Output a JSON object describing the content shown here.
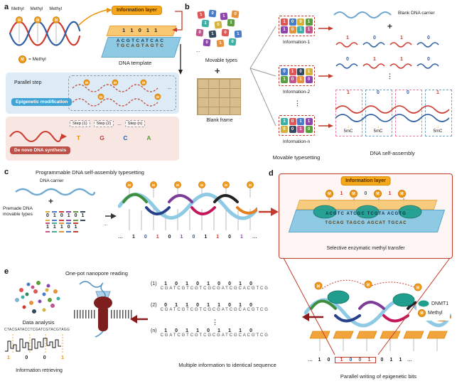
{
  "m": "M",
  "panel_labels": {
    "a": "a",
    "b": "b",
    "c": "c",
    "d": "d",
    "e": "e"
  },
  "a": {
    "methyl_1": "Methyl",
    "methyl_2": "Methyl",
    "methyl_3": "Methyl",
    "legend": "= Methyl",
    "info_layer": "Information layer",
    "bits": "1 1 0 1 1",
    "seq_top": "ACGTCATCAC",
    "seq_bottom": "TGCAGTAGTC",
    "dna_template": "DNA template",
    "parallel_step": "Parallel step",
    "ellipsis": "...",
    "epigenetic": "Epigenetic modification",
    "denovo": "De novo DNA synthesis",
    "step_1": "Step (1)",
    "step_2": "Step (2)",
    "step_dots": "...",
    "step_n": "Step (n)",
    "bases": [
      {
        "d": "T",
        "c": "#E8940A"
      },
      {
        "d": "G",
        "c": "#CE3A2E"
      },
      {
        "d": "C",
        "c": "#2E5FA3"
      },
      {
        "d": "A",
        "c": "#5B9E3D"
      }
    ]
  },
  "b": {
    "movable_types_label": "Movable types",
    "ellipsis": "...",
    "plus1": "+",
    "plus2": "+",
    "blank_frame_label": "Blank frame",
    "scatter": [
      {
        "d": "1",
        "c": "#E05656",
        "x": 6,
        "y": 2,
        "r": -8
      },
      {
        "d": "0",
        "c": "#4A7BC8",
        "x": 22,
        "y": 0,
        "r": 6
      },
      {
        "d": "1",
        "c": "#8E44AD",
        "x": 38,
        "y": 4,
        "r": -5
      },
      {
        "d": "0",
        "c": "#E8913C",
        "x": 54,
        "y": 1,
        "r": 8
      },
      {
        "d": "1",
        "c": "#3FB0A5",
        "x": 12,
        "y": 14,
        "r": 5
      },
      {
        "d": "0",
        "c": "#D4B23C",
        "x": 30,
        "y": 16,
        "r": -7
      },
      {
        "d": "1",
        "c": "#5B9E3D",
        "x": 48,
        "y": 13,
        "r": 4
      },
      {
        "d": "0",
        "c": "#C2568C",
        "x": 4,
        "y": 27,
        "r": 7
      },
      {
        "d": "1",
        "c": "#34495E",
        "x": 22,
        "y": 29,
        "r": -6
      },
      {
        "d": "0",
        "c": "#E05656",
        "x": 40,
        "y": 27,
        "r": 5
      },
      {
        "d": "1",
        "c": "#4A7BC8",
        "x": 58,
        "y": 29,
        "r": -4
      },
      {
        "d": "0",
        "c": "#8E44AD",
        "x": 14,
        "y": 41,
        "r": 6
      },
      {
        "d": "1",
        "c": "#E8913C",
        "x": 33,
        "y": 42,
        "r": -6
      },
      {
        "d": "0",
        "c": "#3FB0A5",
        "x": 50,
        "y": 40,
        "r": 5
      }
    ],
    "info1_label": "Information-1",
    "info2_label": "Information-2",
    "infon_label": "Information-n",
    "info1": [
      [
        {
          "d": "1",
          "c": "#E05656"
        },
        {
          "d": "0",
          "c": "#4A7BC8"
        },
        {
          "d": "0",
          "c": "#D4B23C"
        },
        {
          "d": "1",
          "c": "#5B9E3D"
        }
      ],
      [
        {
          "d": "1",
          "c": "#8E44AD"
        },
        {
          "d": "0",
          "c": "#E8913C"
        },
        {
          "d": "1",
          "c": "#3FB0A5"
        },
        {
          "d": "1",
          "c": "#C2568C"
        }
      ]
    ],
    "info2": [
      [
        {
          "d": "0",
          "c": "#4A7BC8"
        },
        {
          "d": "1",
          "c": "#E05656"
        },
        {
          "d": "0",
          "c": "#34495E"
        },
        {
          "d": "1",
          "c": "#D4B23C"
        }
      ],
      [
        {
          "d": "1",
          "c": "#5B9E3D"
        },
        {
          "d": "0",
          "c": "#C2568C"
        },
        {
          "d": "1",
          "c": "#E8913C"
        },
        {
          "d": "0",
          "c": "#8E44AD"
        }
      ]
    ],
    "infon": [
      [
        {
          "d": "1",
          "c": "#3FB0A5"
        },
        {
          "d": "0",
          "c": "#E05656"
        },
        {
          "d": "1",
          "c": "#4A7BC8"
        },
        {
          "d": "1",
          "c": "#8E44AD"
        }
      ],
      [
        {
          "d": "0",
          "c": "#D4B23C"
        },
        {
          "d": "0",
          "c": "#34495E"
        },
        {
          "d": "1",
          "c": "#C2568C"
        },
        {
          "d": "0",
          "c": "#5B9E3D"
        }
      ]
    ],
    "vdots1": "⋮",
    "vdots2": "⋮",
    "blank_carrier_label": "Blank DNA carrier",
    "wave_row1": [
      {
        "d": "1",
        "c": "#CE3A2E"
      },
      {
        "d": "0",
        "c": "#2E5FA3"
      },
      {
        "d": "1",
        "c": "#CE3A2E"
      },
      {
        "d": "0",
        "c": "#2E5FA3"
      }
    ],
    "wave_row2": [
      {
        "d": "0",
        "c": "#2E5FA3"
      },
      {
        "d": "1",
        "c": "#CE3A2E"
      },
      {
        "d": "1",
        "c": "#CE3A2E"
      },
      {
        "d": "0",
        "c": "#2E5FA3"
      }
    ],
    "assembly_bits": [
      {
        "d": "1",
        "c": "#CE3A2E"
      },
      {
        "d": "0",
        "c": "#2E5FA3"
      },
      {
        "d": "0",
        "c": "#2E5FA3"
      },
      {
        "d": "1",
        "c": "#CE3A2E"
      }
    ],
    "arrow_down": "↓",
    "fivemc_1": "5mC",
    "fivemc_2": "5mC",
    "fivemc_3": "5mC",
    "self_assembly_label": "DNA self-assembly",
    "movable_typesetting_label": "Movable typesetting"
  },
  "c": {
    "title": "Programmable DNA self-assembly typesetting",
    "dna_carrier": "DNA carrier",
    "plus": "+",
    "premade": "Premade DNA movable types",
    "type_row1": [
      {
        "d": "0",
        "c": "#D4B23C"
      },
      {
        "d": "1",
        "c": "#4A7BC8"
      },
      {
        "d": "0",
        "c": "#CE3A2E"
      },
      {
        "d": "1",
        "c": "#8E44AD"
      },
      {
        "d": "0",
        "c": "#5B9E3D"
      },
      {
        "d": "1",
        "c": "#34495E"
      }
    ],
    "type_row2": [
      {
        "d": "1",
        "c": "#C2568C"
      },
      {
        "d": "1",
        "c": "#3FB0A5"
      },
      {
        "d": "1",
        "c": "#E8913C"
      },
      {
        "d": "0",
        "c": "#4A7BC8"
      },
      {
        "d": "1",
        "c": "#CE3A2E"
      }
    ],
    "row_dots": "...",
    "assembled_bits": [
      {
        "d": "…",
        "c": "#555555"
      },
      {
        "d": "1",
        "c": "#222222"
      },
      {
        "d": "0",
        "c": "#2E5FA3"
      },
      {
        "d": "1",
        "c": "#CE3A2E"
      },
      {
        "d": "0",
        "c": "#222222"
      },
      {
        "d": "1",
        "c": "#8E44AD"
      },
      {
        "d": "0",
        "c": "#2E5FA3"
      },
      {
        "d": "1",
        "c": "#222222"
      },
      {
        "d": "1",
        "c": "#CE3A2E"
      },
      {
        "d": "0",
        "c": "#222222"
      },
      {
        "d": "1",
        "c": "#8E44AD"
      },
      {
        "d": "…",
        "c": "#555555"
      }
    ]
  },
  "d": {
    "info_layer": "Information layer",
    "mrow": [
      {
        "d": "M",
        "m": true
      },
      {
        "d": "1",
        "c": "#CE3A2E"
      },
      {
        "d": "M",
        "m": true
      },
      {
        "d": "0",
        "c": "#2E5FA3"
      },
      {
        "d": "M",
        "m": true
      },
      {
        "d": "1",
        "c": "#CE3A2E"
      },
      {
        "d": "M",
        "m": true
      }
    ],
    "seq_top": "ACGTC ATCGC TCGTA ACGTG",
    "seq_bottom": "TGCAG TAGCG AGCAT TGCAC",
    "caption": "Selective enzymatic methyl transfer",
    "bits_left": [
      {
        "d": "…",
        "c": "#555555"
      },
      {
        "d": "1",
        "c": "#222222"
      },
      {
        "d": "0",
        "c": "#222222"
      }
    ],
    "bits_boxed": [
      {
        "d": "1",
        "c": "#CE3A2E"
      },
      {
        "d": "0",
        "c": "#2E5FA3"
      },
      {
        "d": "0",
        "c": "#8E44AD"
      },
      {
        "d": "1",
        "c": "#CE3A2E"
      }
    ],
    "bits_right": [
      {
        "d": "0",
        "c": "#222222"
      },
      {
        "d": "1",
        "c": "#222222"
      },
      {
        "d": "1",
        "c": "#222222"
      },
      {
        "d": "…",
        "c": "#555555"
      }
    ],
    "legend_dnmt1": "DNMT1",
    "legend_methyl": "Methyl",
    "caption2": "Parallel writing of epigenetic bits"
  },
  "e": {
    "title": "One-pot nanopore reading",
    "data_analysis": "Data analysis",
    "trace_seq": "CTACGATACCTCGATCGTACGTAGG",
    "trace_bits": [
      {
        "d": "1",
        "c": "#E8940A"
      },
      {
        "d": "0",
        "c": "#222222"
      },
      {
        "d": "0",
        "c": "#222222"
      },
      {
        "d": "1",
        "c": "#E8940A"
      }
    ],
    "info_retrieving": "Information retrieving",
    "vdots": "⋮",
    "reads": [
      {
        "label": "(1)",
        "bits": [
          {
            "d": "1"
          },
          {
            "d": "0"
          },
          {
            "d": "1"
          },
          {
            "d": "0"
          },
          {
            "d": "1"
          },
          {
            "d": "0"
          },
          {
            "d": "0"
          },
          {
            "d": "1"
          },
          {
            "d": "0"
          }
        ],
        "seq": "CGATCGTCGTCGCGATCGCACGTCG"
      },
      {
        "label": "(2)",
        "bits": [
          {
            "d": "0"
          },
          {
            "d": "1"
          },
          {
            "d": "1"
          },
          {
            "d": "0"
          },
          {
            "d": "1"
          },
          {
            "d": "1"
          },
          {
            "d": "0"
          },
          {
            "d": "1"
          },
          {
            "d": "0"
          }
        ],
        "seq": "CGATCGTCGTCGCGATCGCACGTCG"
      },
      {
        "label": "(n)",
        "bits": [
          {
            "d": "1"
          },
          {
            "d": "0"
          },
          {
            "d": "1"
          },
          {
            "d": "1"
          },
          {
            "d": "0"
          },
          {
            "d": "1"
          },
          {
            "d": "1"
          },
          {
            "d": "1"
          },
          {
            "d": "0"
          }
        ],
        "seq": "CGATCGTCGTCGCGATCGCACGTCG"
      }
    ],
    "caption": "Multiple information to identical sequence"
  }
}
